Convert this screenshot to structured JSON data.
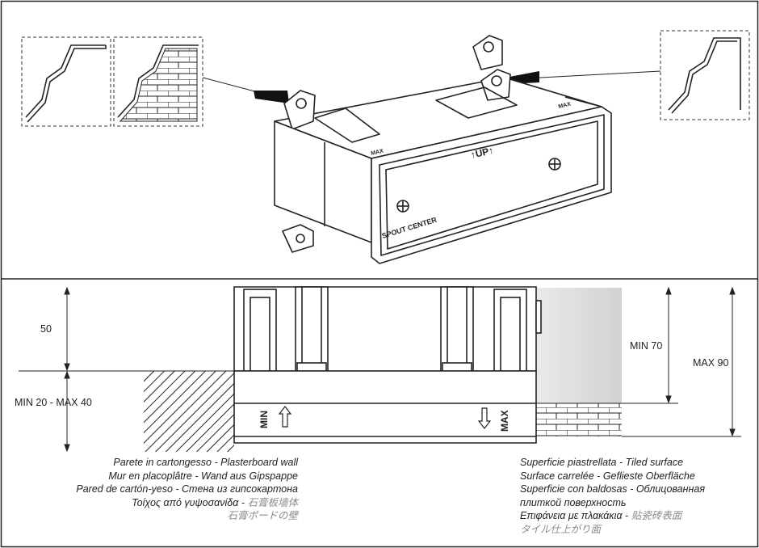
{
  "top_view": {
    "label_up": "↑UP↑",
    "label_spout_center": "SPOUT CENTER",
    "label_side_left": "MAX",
    "label_side_right": "MAX"
  },
  "side_view": {
    "dim_50": "50",
    "dim_min20_max40": "MIN 20 - MAX 40",
    "dim_min70": "MIN 70",
    "dim_max90": "MAX 90",
    "label_min": "MIN",
    "label_max": "MAX"
  },
  "captions": {
    "left": [
      "Parete in cartongesso - Plasterboard wall",
      "Mur en placoplâtre - Wand aus Gipspappe",
      "Pared de cartón-yeso - Стена из гипсокартона",
      "Τοίχος από γυψοσανίδα - ",
      "石膏ボードの壁"
    ],
    "left_cjk_inline": "石膏板墙体",
    "right": [
      "Superficie piastrellata - Tiled surface",
      "Surface carrelée - Geflieste Oberfläche",
      "Superficie con baldosas - Облицованная",
      "плиткой поверхность",
      "Επιφάνεια με πλακάκια - ",
      "タイル仕上がり面"
    ],
    "right_cjk_inline": "贴瓷砖表面"
  }
}
